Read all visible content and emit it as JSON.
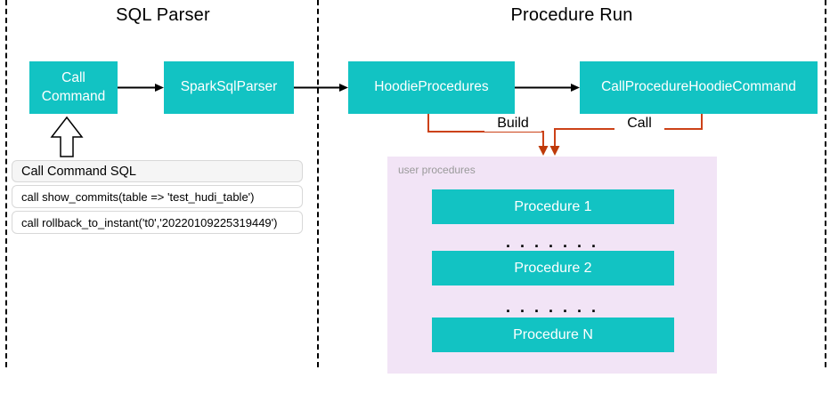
{
  "sections": {
    "sql_parser": {
      "title": "SQL Parser"
    },
    "procedure_run": {
      "title": "Procedure Run"
    }
  },
  "nodes": {
    "call_command": {
      "label": "Call Command"
    },
    "spark_sql_parser": {
      "label": "SparkSqlParser"
    },
    "hoodie_procedures": {
      "label": "HoodieProcedures"
    },
    "call_procedure_hoodie_command": {
      "label": "CallProcedureHoodieCommand"
    }
  },
  "edges": {
    "build": {
      "label": "Build"
    },
    "call": {
      "label": "Call"
    }
  },
  "sql_panel": {
    "title": "Call Command SQL",
    "rows": [
      "call show_commits(table => 'test_hudi_table')",
      "call rollback_to_instant('t0','20220109225319449')"
    ]
  },
  "user_procedures": {
    "label": "user procedures",
    "items": [
      "Procedure 1",
      "Procedure 2",
      "Procedure N"
    ],
    "ellipsis": ". . . . . . ."
  },
  "colors": {
    "teal": "#12C3C3",
    "panel_purple": "#F2E4F6",
    "connector_orange": "#CC4218",
    "connector_orange_head": "#BE3A0A"
  }
}
